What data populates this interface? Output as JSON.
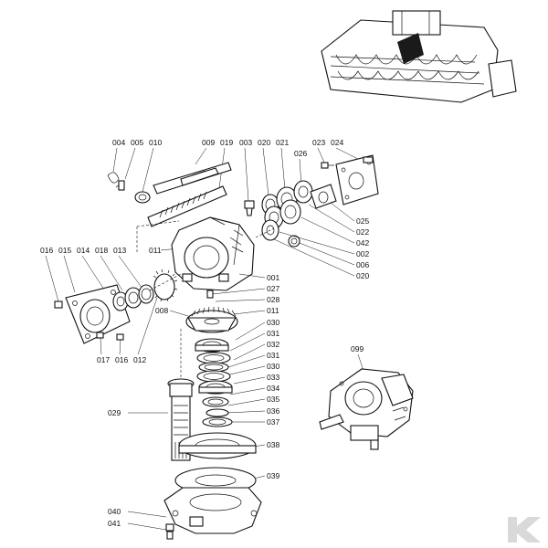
{
  "labels": {
    "l004": "004",
    "l005": "005",
    "l010": "010",
    "l009": "009",
    "l019": "019",
    "l003": "003",
    "l020a": "020",
    "l021": "021",
    "l023": "023",
    "l024": "024",
    "l026": "026",
    "l025": "025",
    "l022": "022",
    "l042": "042",
    "l002": "002",
    "l006": "006",
    "l020b": "020",
    "l016a": "016",
    "l015": "015",
    "l014": "014",
    "l018": "018",
    "l013": "013",
    "l011a": "011",
    "l001": "001",
    "l027": "027",
    "l028": "028",
    "l008": "008",
    "l011b": "011",
    "l030a": "030",
    "l031a": "031",
    "l032": "032",
    "l031b": "031",
    "l030b": "030",
    "l033": "033",
    "l034": "034",
    "l035": "035",
    "l036": "036",
    "l037": "037",
    "l038": "038",
    "l039": "039",
    "l029": "029",
    "l017": "017",
    "l016b": "016",
    "l012": "012",
    "l099": "099",
    "l040": "040",
    "l041": "041"
  },
  "icons": {
    "machine": "power-harrow-machine-icon",
    "logo": "k-logo-icon"
  },
  "colors": {
    "ink": "#111111",
    "watermark": "#d9d9d9"
  }
}
